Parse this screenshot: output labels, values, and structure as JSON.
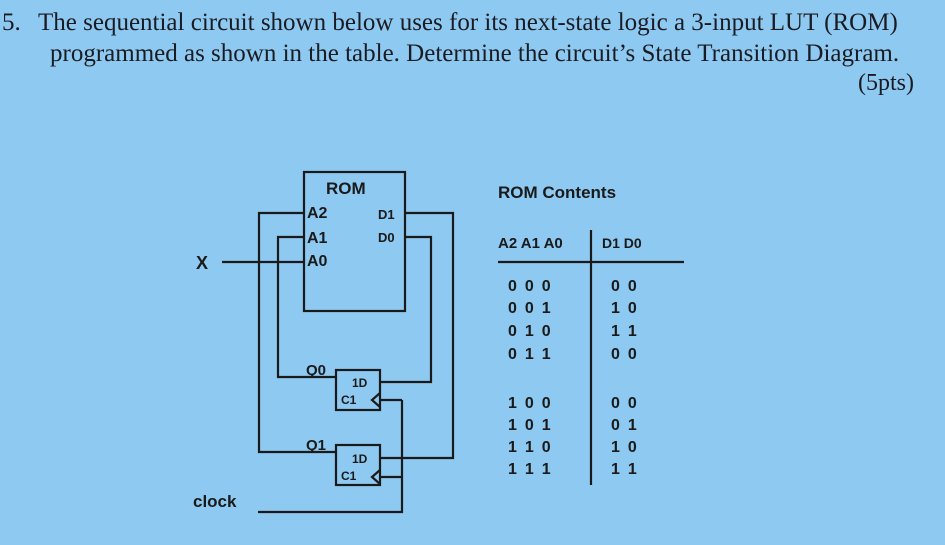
{
  "question": {
    "number": "5.",
    "line1": "The sequential circuit shown below uses for its next-state logic a 3-input LUT (ROM)",
    "line2": "programmed as shown in the table. Determine the circuit’s State Transition Diagram.",
    "points": "(5pts)"
  },
  "circuit": {
    "rom_title": "ROM",
    "rom_inputs": [
      "A2",
      "A1",
      "A0"
    ],
    "rom_outputs": [
      "D1",
      "D0"
    ],
    "input_label": "X",
    "clock_label": "clock",
    "flipflops": [
      {
        "label": "Q0",
        "d": "1D",
        "clk": "C1"
      },
      {
        "label": "Q1",
        "d": "1D",
        "clk": "C1"
      }
    ]
  },
  "rom_table": {
    "title": "ROM Contents",
    "header_inputs": "A2 A1 A0",
    "header_outputs": "D1 D0",
    "rows": [
      {
        "in": "0 0 0",
        "out": "0 0"
      },
      {
        "in": "0 0 1",
        "out": "1 0"
      },
      {
        "in": "0 1 0",
        "out": "1 1"
      },
      {
        "in": "0 1 1",
        "out": "0 0"
      },
      {
        "in": "1 0 0",
        "out": "0 0"
      },
      {
        "in": "1 0 1",
        "out": "0 1"
      },
      {
        "in": "1 1 0",
        "out": "1 0"
      },
      {
        "in": "1 1 1",
        "out": "1 1"
      }
    ]
  }
}
